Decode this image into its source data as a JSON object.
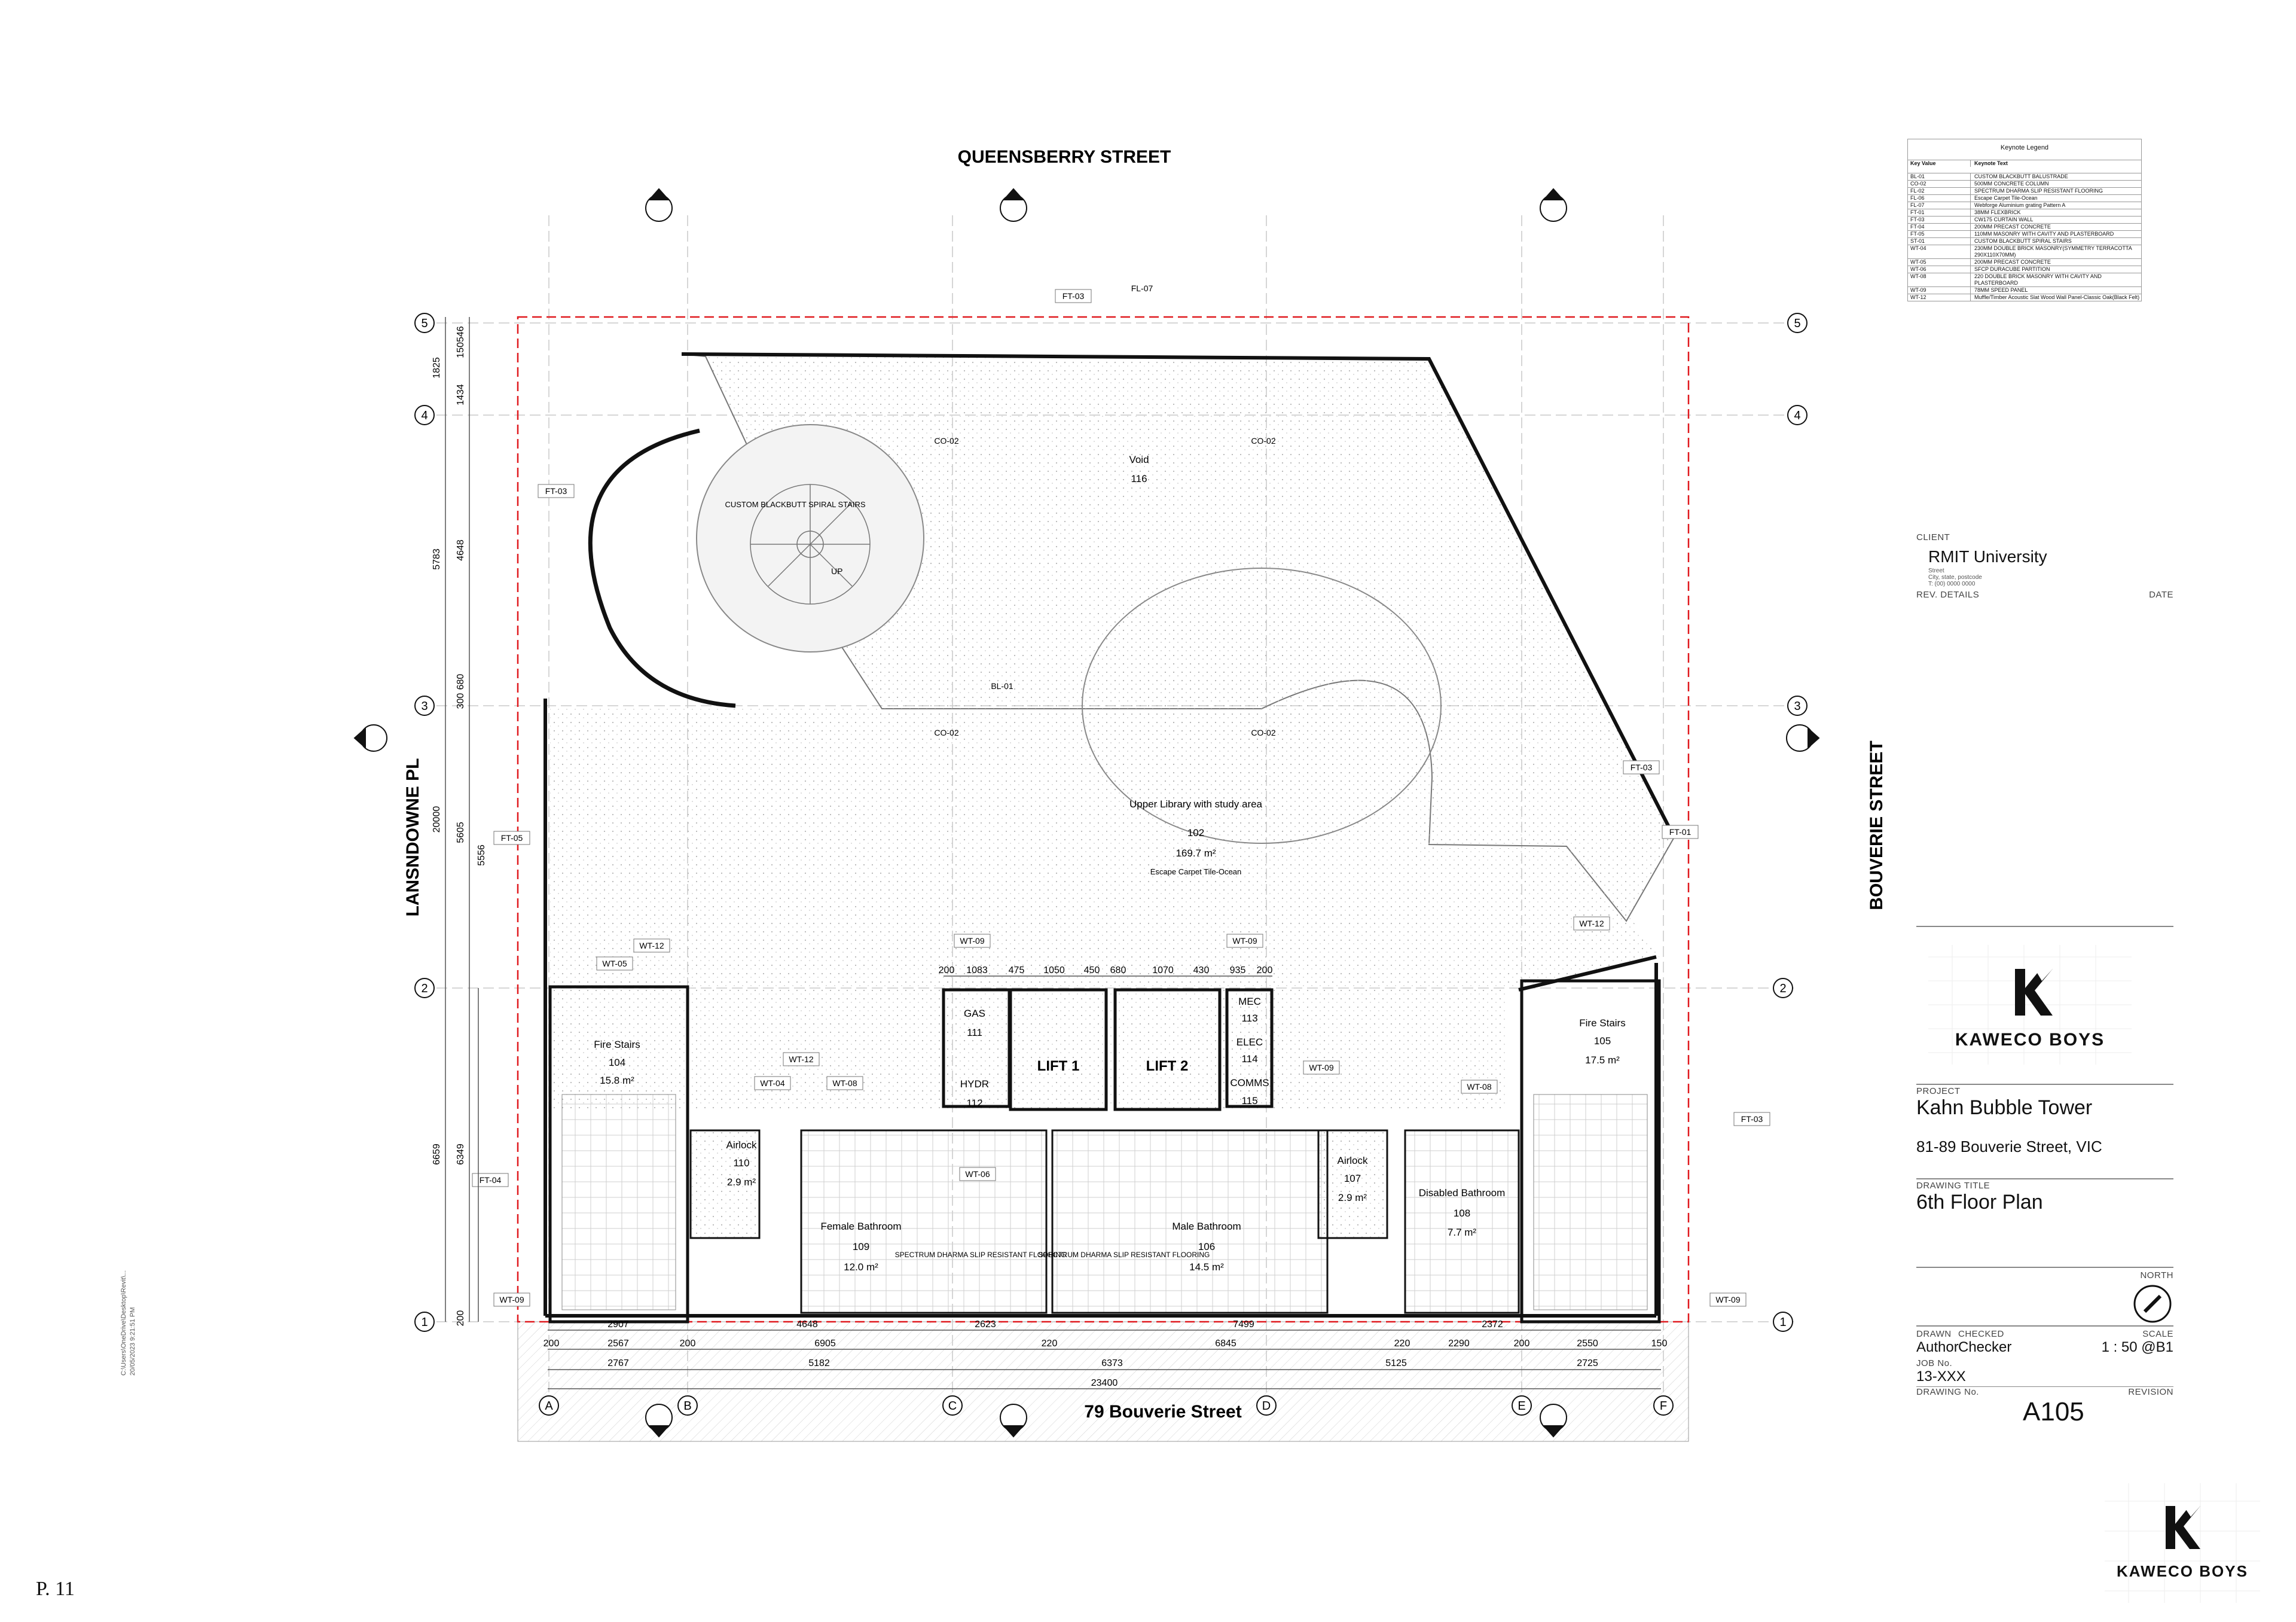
{
  "streets": {
    "top": "QUEENSBERRY STREET",
    "left": "LANSNDOWNE PL",
    "right": "BOUVERIE STREET",
    "bottom": "79 Bouverie Street"
  },
  "grid": {
    "rows": [
      "5",
      "4",
      "3",
      "2",
      "1"
    ],
    "cols": [
      "A",
      "B",
      "C",
      "D",
      "E",
      "F"
    ]
  },
  "dims": {
    "left_outer": [
      "1825",
      "5783",
      "20000",
      "6659"
    ],
    "left_inner": [
      "150546",
      "1434",
      "4648",
      "300",
      "680",
      "5605",
      "5556",
      "6349",
      "200"
    ],
    "bottom_row1": [
      "2907",
      "4648",
      "2623",
      "7499",
      "2372"
    ],
    "bottom_row2": [
      "200",
      "2567",
      "200",
      "6905",
      "220",
      "6845",
      "220",
      "2290",
      "200",
      "2550",
      "150"
    ],
    "bottom_row3": [
      "2767",
      "5182",
      "6373",
      "5125",
      "2725"
    ],
    "total": "23400",
    "lift_row": [
      "200",
      "1083",
      "475",
      "1050",
      "450",
      "680",
      "1070",
      "430",
      "935",
      "200"
    ]
  },
  "rooms": [
    {
      "name": "Void",
      "num": "116"
    },
    {
      "name": "CUSTOM BLACKBUTT SPIRAL STAIRS",
      "num": ""
    },
    {
      "name": "Upper Library with study area",
      "num": "102",
      "area": "169.7 m²",
      "note": "Escape Carpet Tile-Ocean"
    },
    {
      "name": "Fire Stairs",
      "num": "104",
      "area": "15.8 m²"
    },
    {
      "name": "Fire Stairs",
      "num": "105",
      "area": "17.5 m²"
    },
    {
      "name": "Airlock",
      "num": "110",
      "area": "2.9 m²"
    },
    {
      "name": "Airlock",
      "num": "107",
      "area": "2.9 m²"
    },
    {
      "name": "Female Bathroom",
      "num": "109",
      "area": "12.0 m²"
    },
    {
      "name": "Male Bathroom",
      "num": "106",
      "area": "14.5 m²"
    },
    {
      "name": "Disabled Bathroom",
      "num": "108",
      "area": "7.7 m²"
    },
    {
      "name": "GAS",
      "num": "111"
    },
    {
      "name": "HYDR",
      "num": "112"
    },
    {
      "name": "MEC",
      "num": "113"
    },
    {
      "name": "ELEC",
      "num": "114"
    },
    {
      "name": "COMMS",
      "num": "115"
    },
    {
      "name": "LIFT 1",
      "num": ""
    },
    {
      "name": "LIFT 2",
      "num": ""
    }
  ],
  "floor_notes": {
    "slip_flooring": "SPECTRUM DHARMA SLIP RESISTANT FLOORING",
    "up": "UP"
  },
  "tags": [
    "FT-03",
    "FL-07",
    "CO-02",
    "BL-01",
    "FT-05",
    "FT-04",
    "FT-01",
    "WT-12",
    "WT-05",
    "WT-04",
    "WT-08",
    "WT-09",
    "WT-06"
  ],
  "keynote_legend": {
    "title": "Keynote Legend",
    "headers": [
      "Key Value",
      "Keynote Text"
    ],
    "rows": [
      [
        "BL-01",
        "CUSTOM BLACKBUTT BALUSTRADE"
      ],
      [
        "CO-02",
        "500MM CONCRETE COLUMN"
      ],
      [
        "FL-02",
        "SPECTRUM DHARMA SLIP RESISTANT FLOORING"
      ],
      [
        "FL-06",
        "Escape Carpet Tile-Ocean"
      ],
      [
        "FL-07",
        "Webforge Aluminium grating Pattern A"
      ],
      [
        "FT-01",
        "38MM FLEXBRICK"
      ],
      [
        "FT-03",
        "CW175 CURTAIN WALL"
      ],
      [
        "FT-04",
        "200MM PRECAST CONCRETE"
      ],
      [
        "FT-05",
        "110MM MASONRY WITH CAVITY AND PLASTERBOARD"
      ],
      [
        "ST-01",
        "CUSTOM BLACKBUTT SPIRAL STAIRS"
      ],
      [
        "WT-04",
        "230MM DOUBLE BRICK MASONRY(SYMMETRY TERRACOTTA 290X110X70MM)"
      ],
      [
        "WT-05",
        "200MM PRECAST CONCRETE"
      ],
      [
        "WT-06",
        "SFCP DURACUBE PARTITION"
      ],
      [
        "WT-08",
        "220 DOUBLE BRICK MASONRY WITH CAVITY AND PLASTERBOARD"
      ],
      [
        "WT-09",
        "78MM SPEED PANEL"
      ],
      [
        "WT-12",
        "Muffle/Timber Acoustic Slat Wood Wall Panel-Classic Oak(Black Felt)"
      ]
    ]
  },
  "title_block": {
    "client_label": "CLIENT",
    "client": "RMIT University",
    "client_addr1": "Street",
    "client_addr2": "City, state, postcode",
    "client_phone": "T: (00) 0000 0000",
    "rev_details": "REV. DETAILS",
    "date": "DATE",
    "brand": "KAWECO BOYS",
    "project_label": "PROJECT",
    "project": "Kahn Bubble Tower",
    "address": "81-89 Bouverie Street, VIC",
    "drawing_title_label": "DRAWING TITLE",
    "drawing_title": "6th Floor Plan",
    "north": "NORTH",
    "drawn_label": "DRAWN",
    "drawn": "Author",
    "checked_label": "CHECKED",
    "checked": "Checker",
    "scale_label": "SCALE",
    "scale": "1 : 50 @B1",
    "job_label": "JOB No.",
    "job": "13-XXX",
    "drawing_no_label": "DRAWING No.",
    "drawing_no": "A105",
    "revision_label": "REVISION"
  },
  "side_path": "C:\\Users\\OneDrive\\Desktop\\Revit\\...",
  "side_date": "20/05/2023 9:21:51 PM",
  "page_number": "P. 11",
  "colors": {
    "red_boundary": "#e0191e",
    "wall": "#111111",
    "hatch": "#bfbfbf"
  }
}
